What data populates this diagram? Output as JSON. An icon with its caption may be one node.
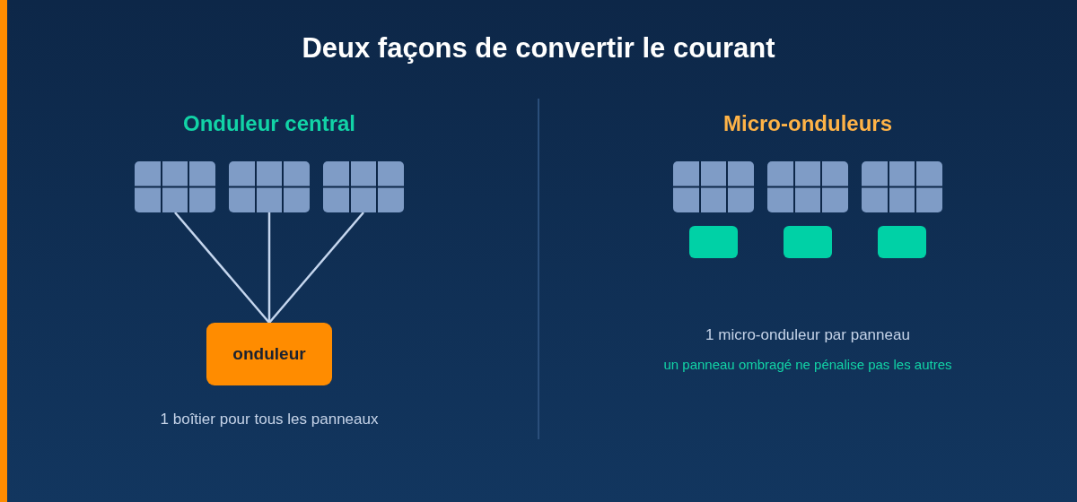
{
  "diagram": {
    "title": "Deux façons de convertir le courant",
    "nodes": [
      {
        "text": [],
        "shape": "picture"
      },
      {
        "text": [],
        "shape": "picture"
      },
      {
        "text": [],
        "shape": "picture"
      },
      {
        "text": [
          "onduleur"
        ]
      },
      {
        "text": [],
        "shape": "picture"
      },
      {
        "text": [],
        "shape": "picture"
      },
      {
        "text": [],
        "shape": "picture"
      },
      {
        "text": [],
        "shape": "box"
      },
      {
        "text": [],
        "shape": "box"
      },
      {
        "text": [],
        "shape": "box"
      }
    ],
    "edges": [
      {
        "from": 0,
        "to": 3,
        "arrow": "none"
      },
      {
        "from": 1,
        "to": 3,
        "arrow": "none"
      },
      {
        "from": 2,
        "to": 3,
        "arrow": "none"
      }
    ],
    "labels": [
      "Onduleur central",
      "Micro-onduleurs",
      "1 boîtier pour tous les panneaux",
      "1 micro-onduleur par panneau",
      "un panneau ombragé ne pénalise pas les autres"
    ]
  }
}
